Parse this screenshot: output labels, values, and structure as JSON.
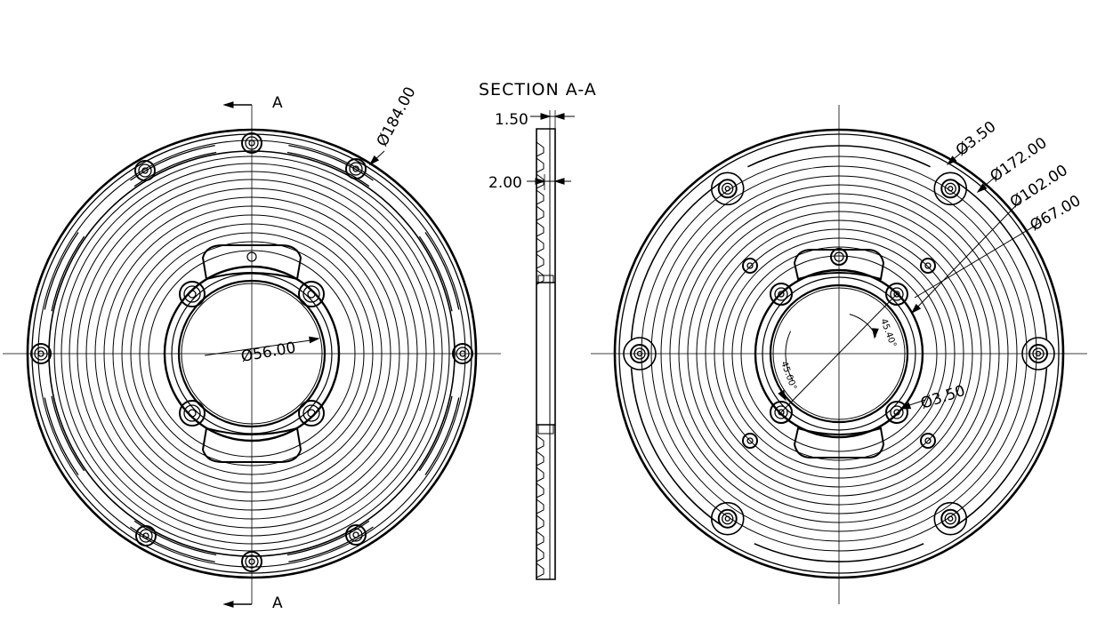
{
  "section": {
    "title": "SECTION A-A",
    "cut_label_top": "A",
    "cut_label_bottom": "A",
    "thickness_1": "1.50",
    "thickness_2": "2.00"
  },
  "left_view": {
    "outer_diameter": "Ø184.00",
    "bore_diameter": "Ø56.00"
  },
  "right_view": {
    "hole_diameter_outer": "Ø3.50",
    "diameter_172": "Ø172.00",
    "diameter_102": "Ø102.00",
    "diameter_67": "Ø67.00",
    "hole_diameter_inner": "Ø3.50",
    "angle_a": "45.40°",
    "angle_b": "45.00°"
  }
}
